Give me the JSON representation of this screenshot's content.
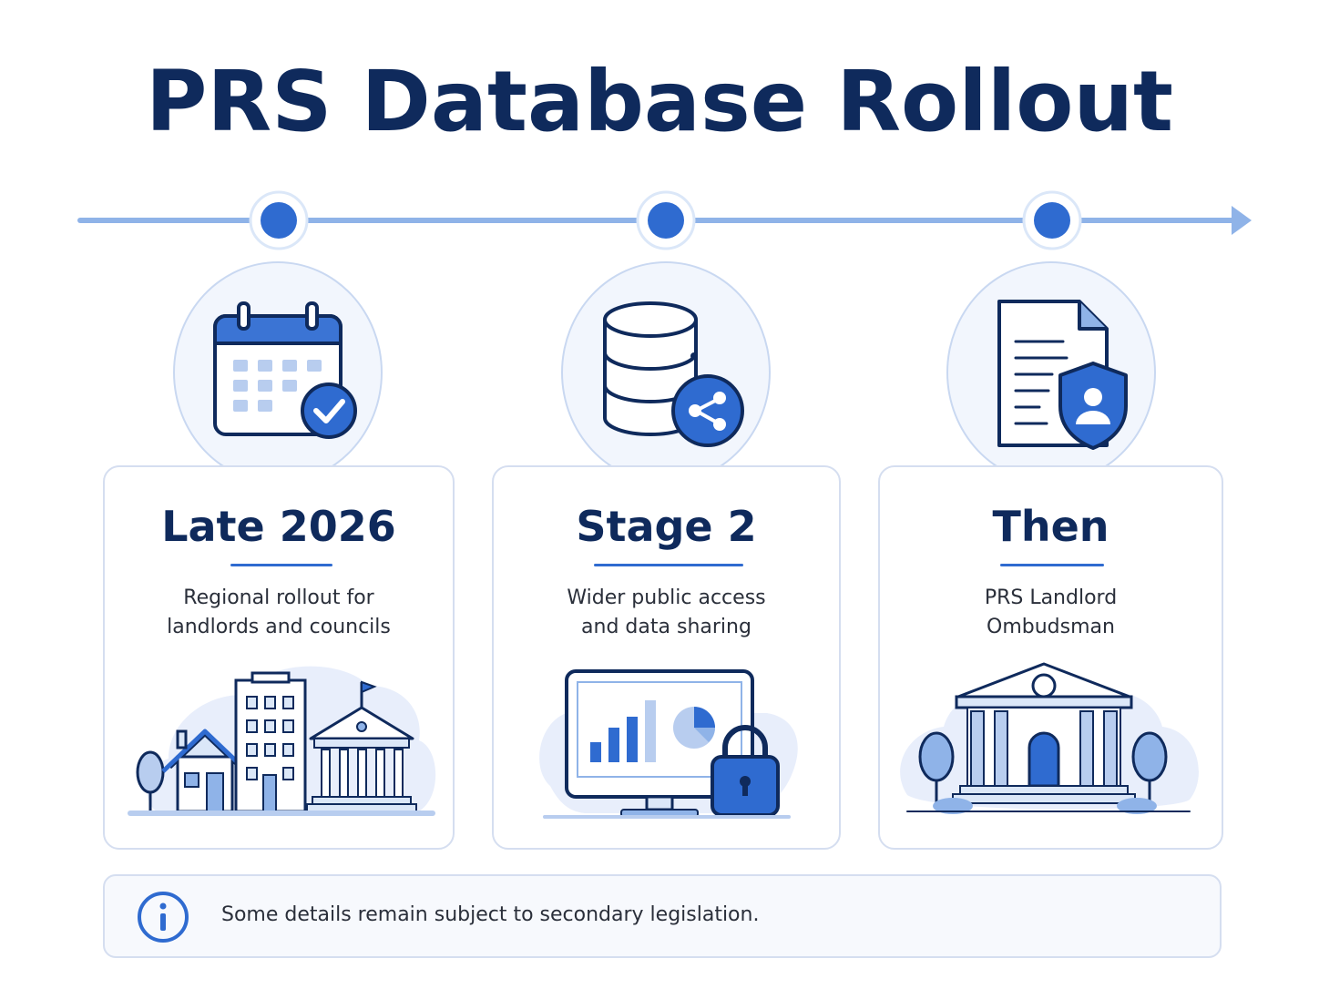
{
  "title": "PRS Database Rollout",
  "colors": {
    "navy": "#0f2a5c",
    "accent": "#2f6bd0",
    "line": "#8fb3e8",
    "light": "#dbe7f8",
    "soft": "#eef3fb"
  },
  "stages": [
    {
      "title": "Late 2026",
      "description": "Regional rollout for landlords and councils",
      "icon": "calendar-check-icon",
      "illustration": "town-buildings-illustration"
    },
    {
      "title": "Stage 2",
      "description": "Wider public access and data sharing",
      "icon": "database-share-icon",
      "illustration": "monitor-chart-lock-illustration"
    },
    {
      "title": "Then",
      "description": "PRS Landlord Ombudsman",
      "icon": "document-shield-icon",
      "illustration": "courthouse-illustration"
    }
  ],
  "note": {
    "icon": "info-icon",
    "text": "Some details remain subject to secondary legislation."
  }
}
